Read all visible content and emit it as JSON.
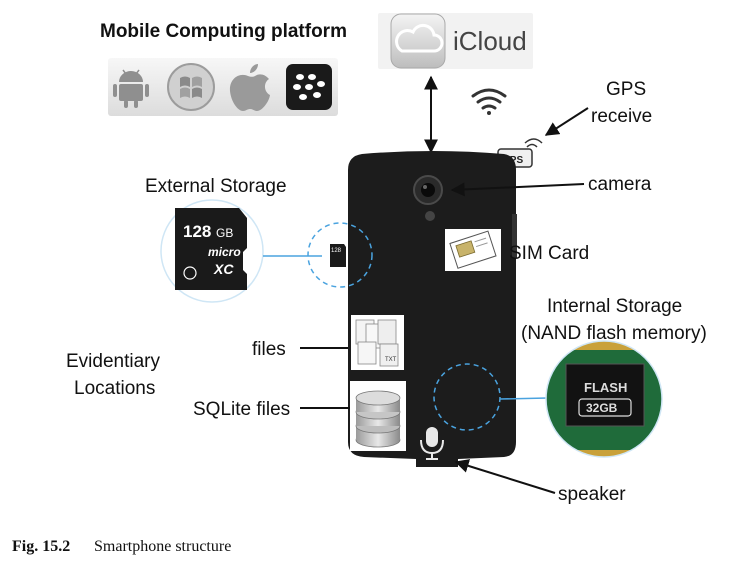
{
  "platform": {
    "title": "Mobile Computing platform",
    "icons": [
      "android-icon",
      "windows-icon",
      "apple-icon",
      "blackberry-icon"
    ]
  },
  "cloud": {
    "label": "iCloud",
    "icon": "icloud-icon"
  },
  "labels": {
    "gps": [
      "GPS",
      "receive"
    ],
    "gps_badge": "GPS",
    "camera": "camera",
    "external_storage": "External Storage",
    "sd_capacity": "128",
    "sd_unit": "GB",
    "sd_brand_top": "micro",
    "sd_brand_bottom": "XC",
    "sd_small": "128",
    "sim_card": "SIM Card",
    "internal_storage": [
      "Internal Storage",
      "(NAND flash memory)"
    ],
    "flash_top": "FLASH",
    "flash_capacity": "32GB",
    "evidentiary": [
      "Evidentiary",
      "Locations"
    ],
    "files": "files",
    "file_badge": "TXT",
    "sqlite_files": "SQLite files",
    "speaker": "speaker"
  },
  "caption": {
    "number": "Fig. 15.2",
    "text": "Smartphone structure"
  },
  "colors": {
    "phone": "#1c1c1c",
    "connector": "#4aa3df",
    "flash_board": "#1f6b3a"
  }
}
